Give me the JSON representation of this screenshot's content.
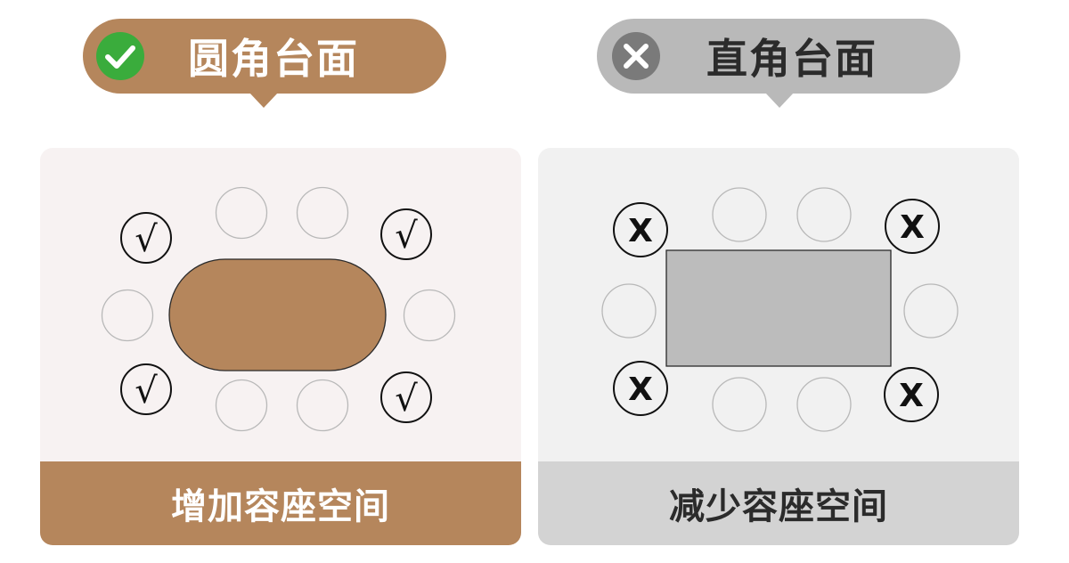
{
  "left_option": {
    "label": "圆角台面",
    "footer": "增加容座空间",
    "accent_color": "#b5865c",
    "badge_icon": "check-icon",
    "chair_mark": "√"
  },
  "right_option": {
    "label": "直角台面",
    "footer": "减少容座空间",
    "accent_color": "#b9b9b9",
    "badge_icon": "cross-icon",
    "chair_mark": "X"
  }
}
